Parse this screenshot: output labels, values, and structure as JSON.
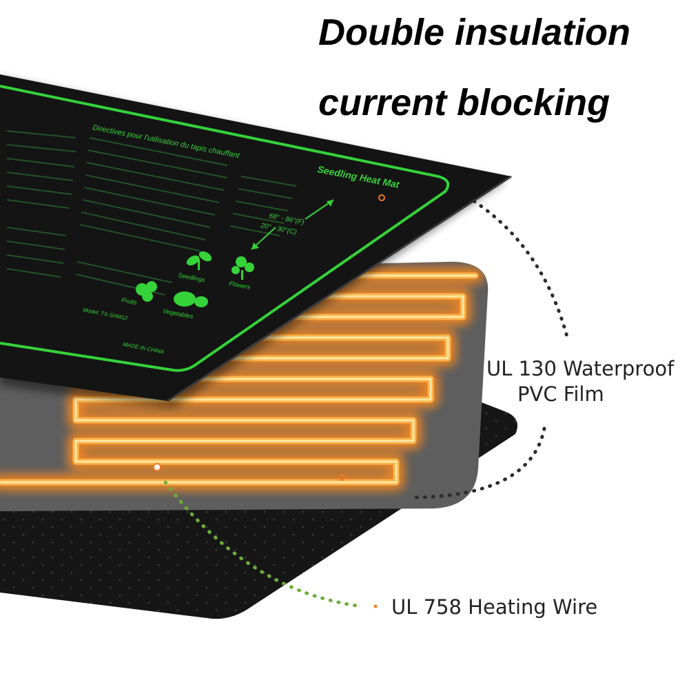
{
  "headline": {
    "line1": "Double insulation",
    "line2": "current blocking"
  },
  "callouts": {
    "pvc_film": {
      "line1": "UL 130 Waterproof",
      "line2": "PVC Film"
    },
    "heating_wire": {
      "label": "UL 758 Heating Wire"
    }
  },
  "mat": {
    "title": "Seedling Heat Mat",
    "heading_fr": "Directives pour l'utilisation du tapis chauffant",
    "temp_fahrenheit": "68° - 86°(F)",
    "temp_celsius": "20° - 30°(C)",
    "icon_labels": {
      "seedlings": "Seedlings",
      "flowers": "Flowers",
      "fruits": "Fruits",
      "vegetables": "Vegetables"
    },
    "model": "Model: TX-SHM12",
    "origin": "MADE IN CHINA"
  },
  "colors": {
    "mat_green": "#35d23a",
    "heat_glow": "#ff9a2e",
    "wire_core": "#ffe9a8",
    "marker_orange": "#f07a2a",
    "leader_green": "#6fae3a",
    "leader_dark": "#2b2b2b",
    "mat_black": "#141414"
  }
}
